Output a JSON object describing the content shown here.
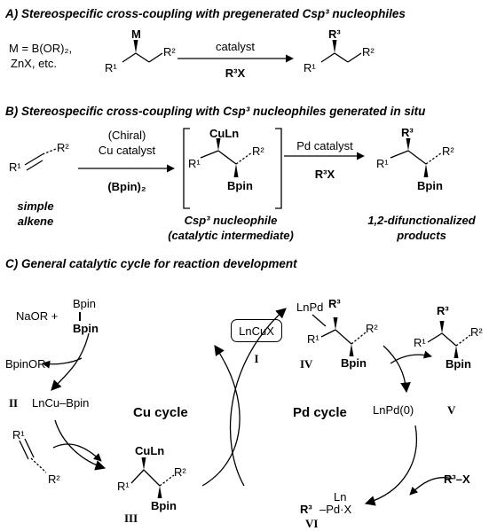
{
  "headings": {
    "a": "A) Stereospecific cross-coupling with pregenerated Csp³ nucleophiles",
    "b": "B)  Stereospecific cross-coupling with Csp³ nucleophiles generated in situ",
    "c": "C) General catalytic cycle for reaction development"
  },
  "panel_a": {
    "m_def_line1": "M = B(OR)₂,",
    "m_def_line2": "ZnX, etc.",
    "substrate_M": "M",
    "substrate_R1": "R¹",
    "substrate_R2": "R²",
    "arrow_top": "catalyst",
    "arrow_bottom": "R³X",
    "product_R3": "R³",
    "product_R1": "R¹",
    "product_R2": "R²"
  },
  "panel_b": {
    "alkene_R1": "R¹",
    "alkene_R2": "R²",
    "alkene_caption_1": "simple",
    "alkene_caption_2": "alkene",
    "arrow1_line1": "(Chiral)",
    "arrow1_line2": "Cu catalyst",
    "arrow1_bottom": "(Bpin)₂",
    "int_CuLn": "CuLn",
    "int_R1": "R¹",
    "int_R2": "R²",
    "int_Bpin": "Bpin",
    "int_caption_1": "Csp³ nucleophile",
    "int_caption_2": "(catalytic intermediate)",
    "arrow2_top": "Pd catalyst",
    "arrow2_bottom": "R³X",
    "prod_R3": "R³",
    "prod_R1": "R¹",
    "prod_R2": "R²",
    "prod_Bpin": "Bpin",
    "prod_caption_1": "1,2-difunctionalized",
    "prod_caption_2": "products"
  },
  "panel_c": {
    "naor": "NaOR +",
    "b2pin2_top": "Bpin",
    "b2pin2_bottom": "Bpin",
    "bpinor": "BpinOR",
    "box_label": "LnCuX",
    "label_I": "I",
    "label_II": "II",
    "cu_bpin": "LnCu–Bpin",
    "cu_cycle": "Cu cycle",
    "alkene_R1": "R¹",
    "alkene_R2": "R²",
    "III_CuLn": "CuLn",
    "III_R1": "R¹",
    "III_R2": "R²",
    "III_Bpin": "Bpin",
    "label_III": "III",
    "IV_LnPd": "LnPd",
    "IV_R3": "R³",
    "IV_R1": "R¹",
    "IV_R2": "R²",
    "IV_Bpin": "Bpin",
    "label_IV": "IV",
    "pd_cycle": "Pd cycle",
    "prod_R3": "R³",
    "prod_R1": "R¹",
    "prod_R2": "R²",
    "prod_Bpin": "Bpin",
    "pd0": "LnPd(0)",
    "label_V": "V",
    "r3x": "R³–X",
    "VI_Ln": "Ln",
    "VI_R3": "R³",
    "VI_PdX": "–Pd·X",
    "label_VI": "VI"
  }
}
